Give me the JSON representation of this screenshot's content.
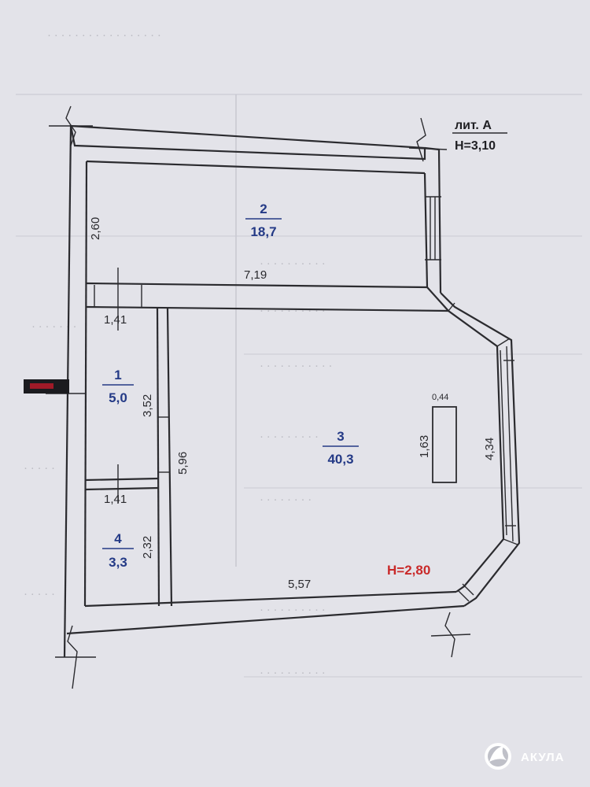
{
  "header": {
    "lit": "лит. А",
    "height": "Н=3,10"
  },
  "rooms": [
    {
      "number": "1",
      "area": "5,0"
    },
    {
      "number": "2",
      "area": "18,7"
    },
    {
      "number": "3",
      "area": "40,3"
    },
    {
      "number": "4",
      "area": "3,3"
    }
  ],
  "dimensions": {
    "room2_height": "2,60",
    "room2_width": "7,19",
    "room1_width": "1,41",
    "room1_height": "3,52",
    "corridor_length": "5,96",
    "room4_width": "1,41",
    "room4_height": "2,32",
    "room3_width": "5,57",
    "room3_height": "4,34",
    "column_width": "0,44",
    "column_length": "1,63"
  },
  "room3_ceiling_height": "Н=2,80",
  "watermark": {
    "brand": "АКУЛА",
    "icon": "shark-logo-icon"
  },
  "colors": {
    "room_label": "#243a86",
    "height_label": "#c92a2a",
    "lines": "#2b2b2f"
  }
}
